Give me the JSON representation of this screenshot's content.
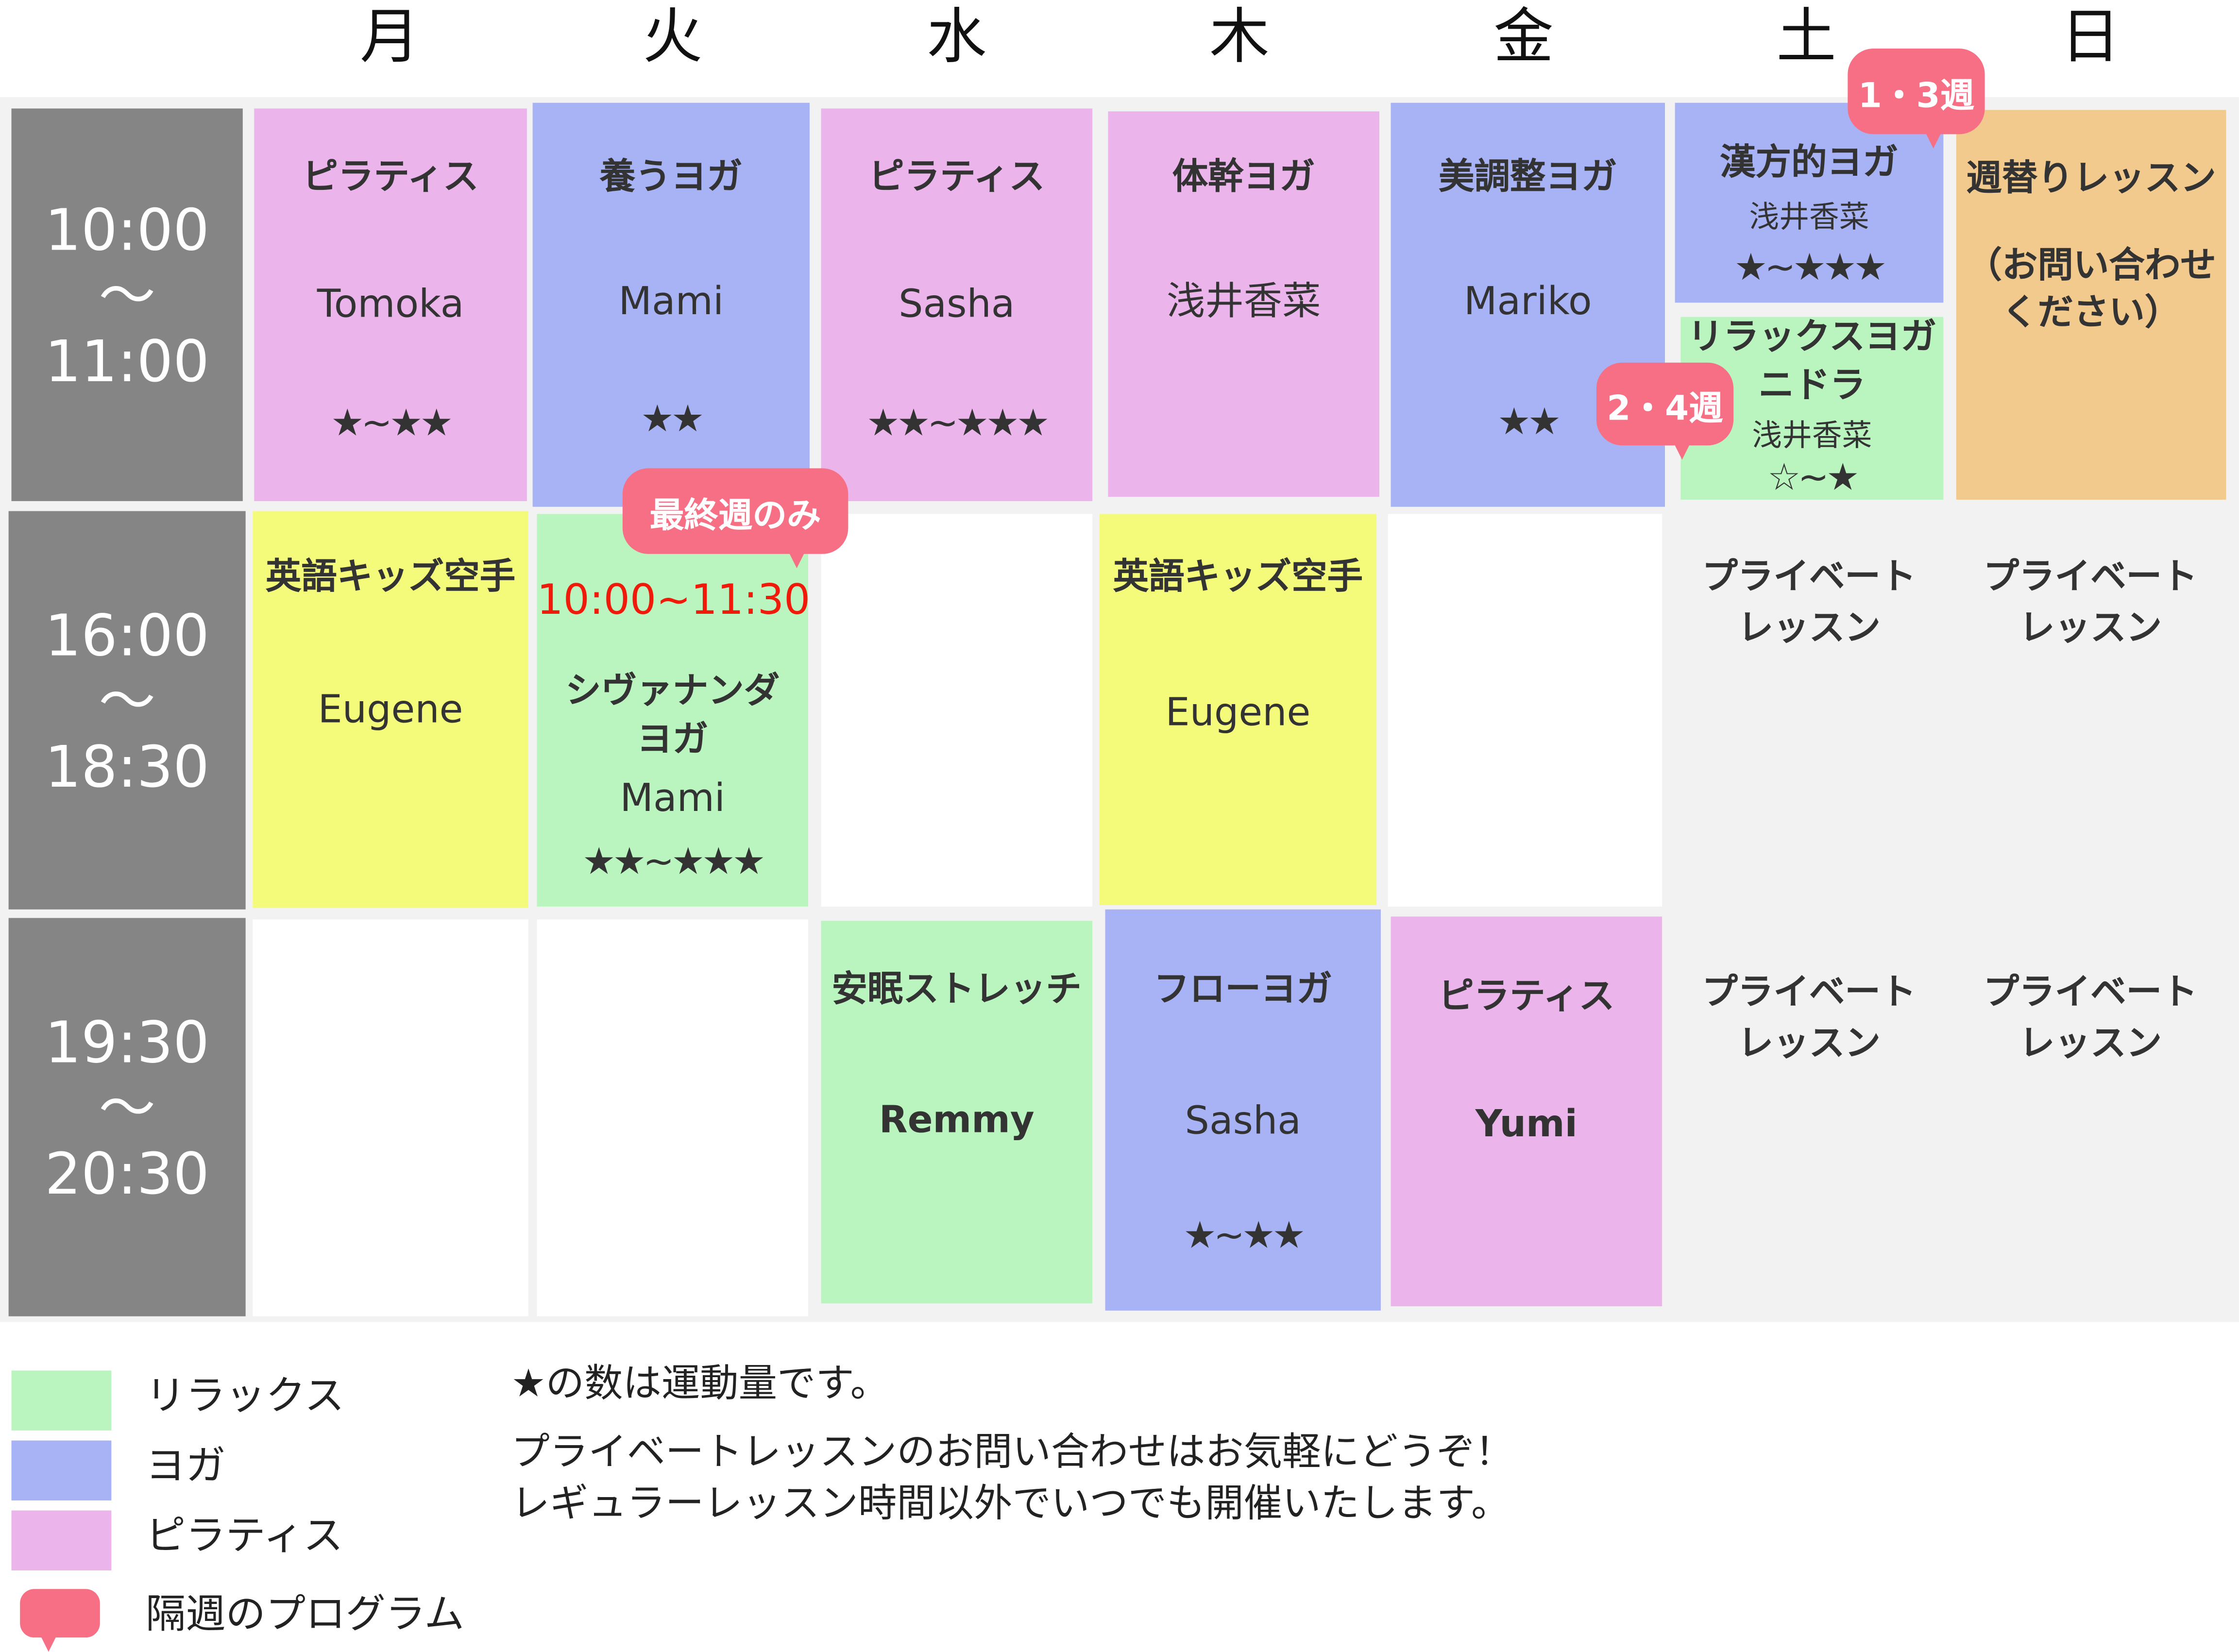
{
  "days": [
    "月",
    "火",
    "水",
    "木",
    "金",
    "土",
    "日"
  ],
  "times": [
    {
      "start": "10:00",
      "sep": "〜",
      "end": "11:00"
    },
    {
      "start": "16:00",
      "sep": "〜",
      "end": "18:30"
    },
    {
      "start": "19:30",
      "sep": "〜",
      "end": "20:30"
    }
  ],
  "row1": {
    "mon": {
      "title": "ピラティス",
      "teacher": "Tomoka",
      "level": "★~★★"
    },
    "tue": {
      "title": "養うヨガ",
      "teacher": "Mami",
      "level": "★★"
    },
    "wed": {
      "title": "ピラティス",
      "teacher": "Sasha",
      "level": "★★~★★★"
    },
    "thu": {
      "title": "体幹ヨガ",
      "teacher": "浅井香菜"
    },
    "fri": {
      "title": "美調整ヨガ",
      "teacher": "Mariko",
      "level": "★★"
    },
    "sat_a": {
      "title": "漢方的ヨガ",
      "teacher": "浅井香菜",
      "level": "★~★★★",
      "badge": "1・3週"
    },
    "sat_b": {
      "title": "リラックスヨガ",
      "title2": "ニドラ",
      "teacher": "浅井香菜",
      "level": "☆~★",
      "badge": "2・4週"
    },
    "sun": {
      "title": "週替りレッスン",
      "note1": "（お問い合わせ",
      "note2": "ください）"
    }
  },
  "row2": {
    "mon": {
      "title": "英語キッズ空手",
      "teacher": "Eugene"
    },
    "tue": {
      "badge": "最終週のみ",
      "time": "10:00~11:30",
      "title": "シヴァナンダ",
      "title2": "ヨガ",
      "teacher": "Mami",
      "level": "★★~★★★"
    },
    "thu": {
      "title": "英語キッズ空手",
      "teacher": "Eugene"
    },
    "sat": {
      "l1": "プライベート",
      "l2": "レッスン"
    },
    "sun": {
      "l1": "プライベート",
      "l2": "レッスン"
    }
  },
  "row3": {
    "wed": {
      "title": "安眠ストレッチ",
      "teacher": "Remmy"
    },
    "thu": {
      "title": "フローヨガ",
      "teacher": "Sasha",
      "level": "★~★★"
    },
    "fri": {
      "title": "ピラティス",
      "teacher": "Yumi"
    },
    "sat": {
      "l1": "プライベート",
      "l2": "レッスン"
    },
    "sun": {
      "l1": "プライベート",
      "l2": "レッスン"
    }
  },
  "legend": [
    {
      "label": "リラックス",
      "color": "#baf5c0"
    },
    {
      "label": "ヨガ",
      "color": "#a8b3f5"
    },
    {
      "label": "ピラティス",
      "color": "#ebb5ec"
    },
    {
      "label": "隔週のプログラム",
      "color": "#f76f84"
    }
  ],
  "notes": [
    "★の数は運動量です。",
    "プライベートレッスンのお問い合わせはお気軽にどうぞ！",
    "レギュラーレッスン時間以外でいつでも開催いたします。"
  ]
}
